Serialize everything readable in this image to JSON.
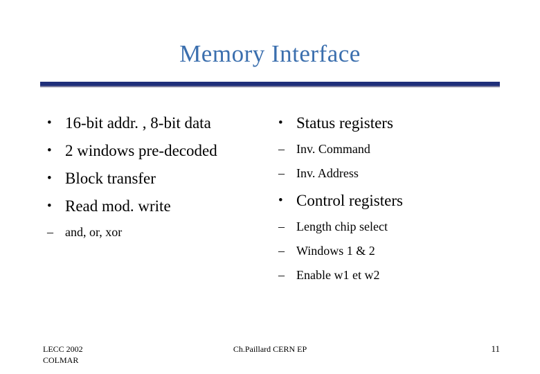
{
  "slide": {
    "title": "Memory Interface",
    "accent_color": "#3b6fae",
    "rule_color": "#1f2f7a",
    "left_column": {
      "bullets": [
        {
          "marker": "•",
          "text": "16-bit addr. , 8-bit data"
        },
        {
          "marker": "•",
          "text": "2 windows pre-decoded"
        },
        {
          "marker": "•",
          "text": "Block transfer"
        },
        {
          "marker": "•",
          "text": "Read mod. write"
        }
      ],
      "sub_bullets": [
        {
          "marker": "–",
          "text": "and, or, xor"
        }
      ]
    },
    "right_column": {
      "groups": [
        {
          "heading": {
            "marker": "•",
            "text": "Status registers"
          },
          "items": [
            {
              "marker": "–",
              "text": "Inv. Command"
            },
            {
              "marker": "–",
              "text": "Inv. Address"
            }
          ]
        },
        {
          "heading": {
            "marker": "•",
            "text": "Control registers"
          },
          "items": [
            {
              "marker": "–",
              "text": "Length chip select"
            },
            {
              "marker": "–",
              "text": "Windows 1 & 2"
            },
            {
              "marker": "–",
              "text": "Enable w1 et w2"
            }
          ]
        }
      ]
    },
    "footer": {
      "left_line1": "LECC 2002",
      "left_line2": "COLMAR",
      "center": "Ch.Paillard CERN EP",
      "page_number": "11"
    }
  }
}
